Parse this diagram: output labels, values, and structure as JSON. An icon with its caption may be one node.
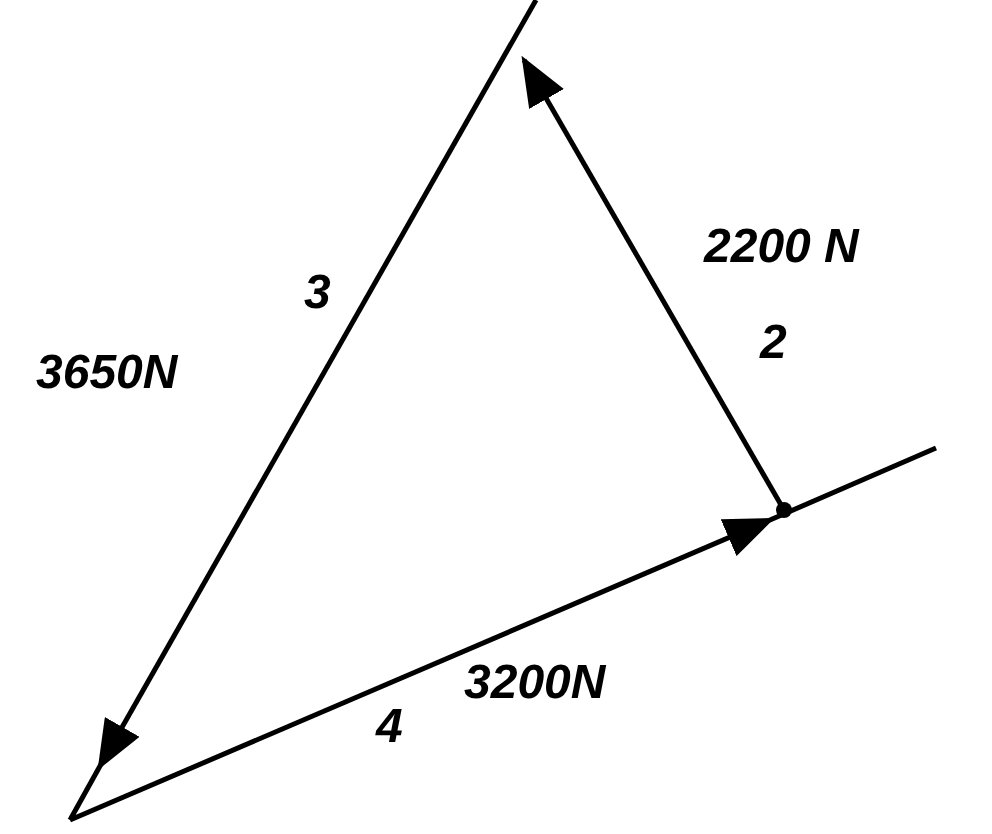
{
  "diagram": {
    "labels": [
      "2200 N",
      "3",
      "2",
      "3650N",
      "3200N",
      "4"
    ]
  }
}
